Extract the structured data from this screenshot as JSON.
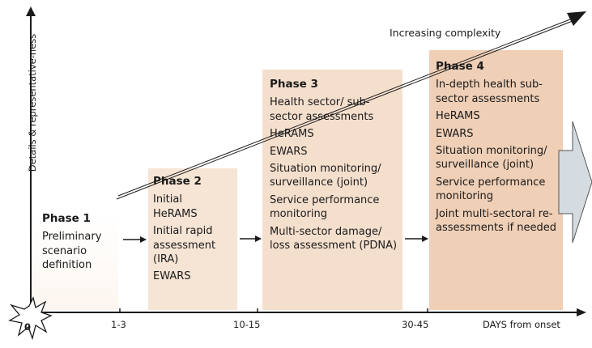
{
  "y_axis_label": "Details & representative-ness",
  "x_axis_label": "DAYS from onset",
  "complexity_label": "Increasing complexity",
  "origin_label": "0",
  "ticks": [
    "1-3",
    "10-15",
    "30-45"
  ],
  "phases": [
    {
      "title": "Phase 1",
      "items": [
        "Preliminary scenario definition"
      ]
    },
    {
      "title": "Phase 2",
      "items": [
        "Initial HeRAMS",
        "Initial rapid assessment (IRA)",
        "EWARS"
      ]
    },
    {
      "title": "Phase 3",
      "items": [
        "Health sector/ sub-sector assessments",
        "HeRAMS",
        "EWARS",
        "Situation monitoring/ surveillance (joint)",
        "Service performance monitoring",
        "Multi-sector damage/ loss assessment (PDNA)"
      ]
    },
    {
      "title": "Phase 4",
      "items": [
        "In-depth health sub-sector assessments",
        "HeRAMS",
        "EWARS",
        "Situation monitoring/ surveillance (joint)",
        "Service performance monitoring",
        "Joint multi-sectoral re-assessments if needed"
      ]
    }
  ],
  "colors": {
    "phase2_fill": "#f6e4d5",
    "phase3_fill": "#f4dfcd",
    "phase4_fill": "#efcfb6",
    "big_arrow_fill": "#d4dbe1",
    "axis": "#1a1a1a"
  }
}
